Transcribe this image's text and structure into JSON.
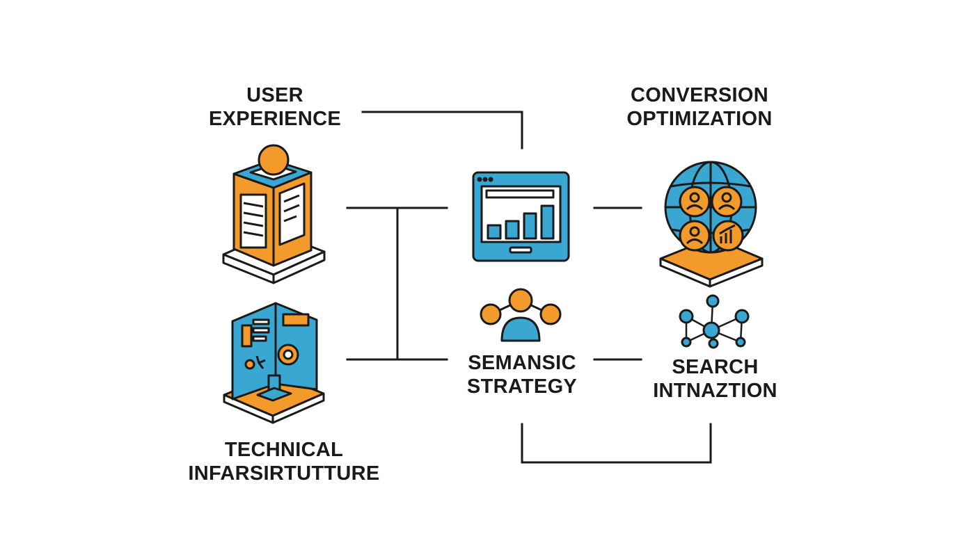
{
  "labels": {
    "user_experience": [
      "USER",
      "EXPERIENCE"
    ],
    "conversion_optimization": [
      "CONVERSION",
      "OPTIMIZATION"
    ],
    "semantic_strategy": [
      "SEMANSIC",
      "STRATEGY"
    ],
    "search_intent": [
      "SEARCH",
      "INTNAZTION"
    ],
    "technical_infrastructure": [
      "TECHNICAL",
      "INFARSIRTUTTURE"
    ]
  },
  "icons": {
    "user_experience": "building-icon",
    "dashboard": "dashboard-monitor-icon",
    "conversion": "globe-users-icon",
    "semantic": "user-network-icon",
    "search": "node-network-icon",
    "technical": "server-room-icon"
  },
  "colors": {
    "blue": "#3aa6d2",
    "orange": "#f39a2c",
    "stroke": "#1a1a1a",
    "background": "#ffffff"
  }
}
